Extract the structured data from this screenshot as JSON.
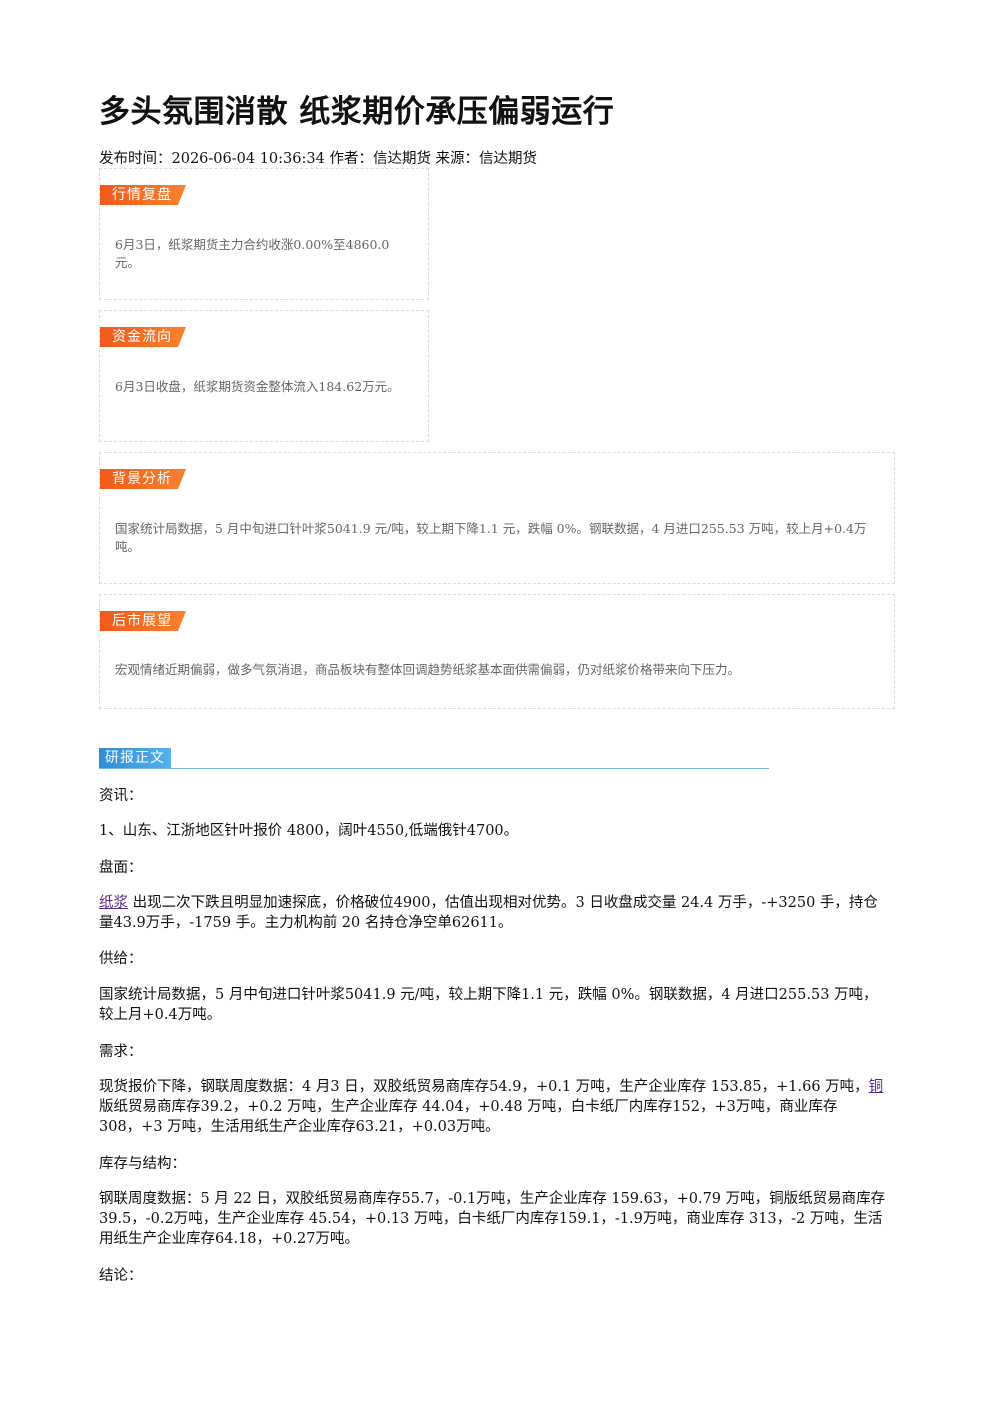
{
  "article": {
    "title": "多头氛围消散 纸浆期价承压偏弱运行",
    "meta": "发布时间：2026-06-04 10:36:34 作者：信达期货 来源：信达期货"
  },
  "summary_boxes": [
    {
      "tag": "行情复盘",
      "text": "6月3日，纸浆期货主力合约收涨0.00%至4860.0元。"
    },
    {
      "tag": "资金流向",
      "text": "6月3日收盘，纸浆期货资金整体流入184.62万元。"
    },
    {
      "tag": "背景分析",
      "text": "国家统计局数据，5 月中旬进口针叶浆5041.9 元/吨，较上期下降1.1 元，跌幅 0%。钢联数据，4 月进口255.53 万吨，较上月+0.4万吨。"
    },
    {
      "tag": "后市展望",
      "text": "宏观情绪近期偏弱，做多气氛消退，商品板块有整体回调趋势纸浆基本面供需偏弱，仍对纸浆价格带来向下压力。"
    }
  ],
  "report": {
    "section_label": "研报正文",
    "p_news_label": "资讯：",
    "p_news": "1、山东、江浙地区针叶报价 4800，阔叶4550,低端俄针4700。",
    "p_market_label": "盘面：",
    "p_market_link": "纸浆",
    "p_market_rest": " 出现二次下跌且明显加速探底，价格破位4900，估值出现相对优势。3 日收盘成交量 24.4 万手，-+3250 手，持仓量43.9万手，-1759 手。主力机构前 20 名持仓净空单62611。",
    "p_supply_label": "供给：",
    "p_supply": "国家统计局数据，5 月中旬进口针叶浆5041.9 元/吨，较上期下降1.1 元，跌幅 0%。钢联数据，4 月进口255.53 万吨，较上月+0.4万吨。",
    "p_demand_label": "需求：",
    "p_demand_a": "现货报价下降，钢联周度数据：4 月3 日，双胶纸贸易商库存54.9，+0.1 万吨，生产企业库存 153.85，+1.66 万吨，",
    "p_demand_link": "铜",
    "p_demand_b": " 版纸贸易商库存39.2，+0.2 万吨，生产企业库存 44.04，+0.48 万吨，白卡纸厂内库存152，+3万吨，商业库存 308，+3 万吨，生活用纸生产企业库存63.21，+0.03万吨。",
    "p_inventory_label": "库存与结构：",
    "p_inventory": "钢联周度数据：5 月 22 日，双胶纸贸易商库存55.7，-0.1万吨，生产企业库存 159.63，+0.79 万吨，铜版纸贸易商库存39.5，-0.2万吨，生产企业库存 45.54，+0.13 万吨，白卡纸厂内库存159.1，-1.9万吨，商业库存 313，-2 万吨，生活用纸生产企业库存64.18，+0.27万吨。",
    "p_conclusion_label": "结论："
  }
}
